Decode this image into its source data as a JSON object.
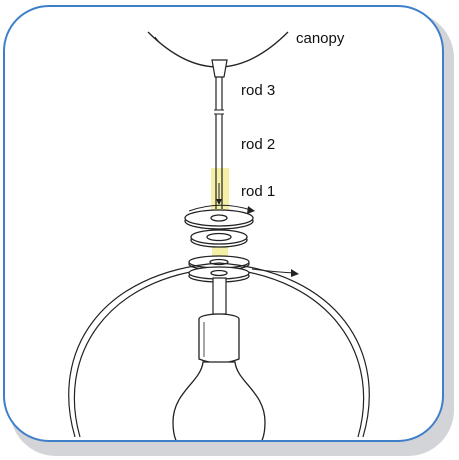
{
  "diagram": {
    "labels": {
      "canopy": "canopy",
      "rod3": "rod 3",
      "rod2": "rod 2",
      "rod1": "rod 1"
    },
    "colors": {
      "frame_border": "#3f7fc9",
      "line": "#222222",
      "highlight": "#f4f0a8"
    },
    "icons": [
      "curved-arrow-icon",
      "down-arrow-icon"
    ]
  }
}
